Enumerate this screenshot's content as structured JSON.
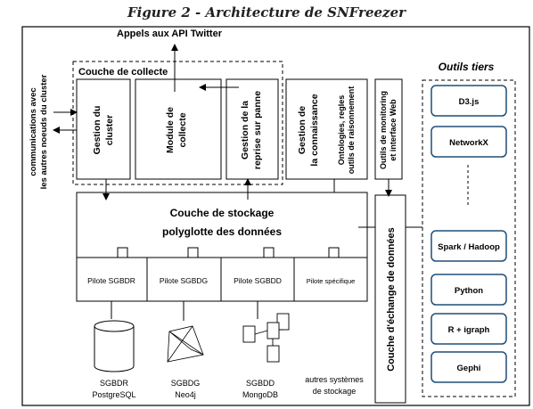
{
  "caption": "Figure 2 - Architecture de SNFreezer",
  "labels": {
    "api": "Appels aux API Twitter",
    "cluster_comm_1": "communications avec",
    "cluster_comm_2": "les autres noeuds du cluster",
    "collect_layer": "Couche de collecte",
    "gestion_cluster_1": "Gestion du",
    "gestion_cluster_2": "cluster",
    "module_collecte_1": "Module de",
    "module_collecte_2": "collecte",
    "reprise_1": "Gestion de la",
    "reprise_2": "reprise sur panne",
    "connaissance_1": "Gestion de",
    "connaissance_2": "la connaissance",
    "ontologies_1": "Ontologies, regles",
    "ontologies_2": "outils de raisonnement",
    "monitoring_1": "Outils de monitoring",
    "monitoring_2": "et interface Web",
    "storage_1": "Couche de stockage",
    "storage_2": "polyglotte des données",
    "exchange": "Couche d'échange de données",
    "tools_title": "Outils tiers"
  },
  "drivers": [
    "Pilote SGBDR",
    "Pilote SGBDG",
    "Pilote SGBDD",
    "Pilote spécifique"
  ],
  "databases": [
    {
      "line1": "SGBDR",
      "line2": "PostgreSQL"
    },
    {
      "line1": "SGBDG",
      "line2": "Neo4j"
    },
    {
      "line1": "SGBDD",
      "line2": "MongoDB"
    },
    {
      "line1": "autres systèmes",
      "line2": "de stockage"
    }
  ],
  "tools": [
    "D3.js",
    "NetworkX",
    "Spark / Hadoop",
    "Python",
    "R + igraph",
    "Gephi"
  ],
  "colors": {
    "tool_border": "#1f4e79",
    "line": "#000000"
  }
}
